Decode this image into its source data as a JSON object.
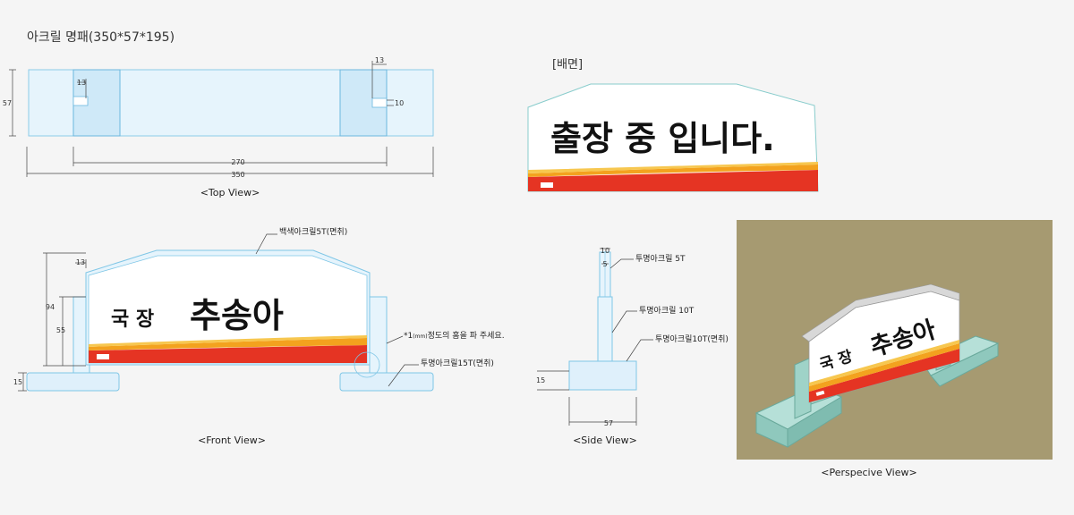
{
  "title": "아크릴 명패(350*57*195)",
  "back_label": "[배면]",
  "back_text": "출장 중 입니다.",
  "front_name": {
    "rank": "국 장",
    "name": "추송아"
  },
  "captions": {
    "top": "<Top View>",
    "front": "<Front View>",
    "side": "<Side View>",
    "perspective": "<Perspecive View>"
  },
  "notes": {
    "white_acrylic": "백색아크릴5T(면취)",
    "groove_star": "*",
    "groove_1": "1",
    "groove_mm": "(mm)",
    "groove_rest": "정도의 홈을 파 주세요.",
    "base_15t": "투명아크릴15T(면취)",
    "side_5t": "투명아크릴 5T",
    "side_10t": "투명아크릴 10T",
    "side_10t_chamfer": "투명아크릴10T(면취)"
  },
  "dims": {
    "top": {
      "height": "57",
      "slot_w": "13",
      "slot_w_right": "13",
      "slot_d": "10",
      "inner": "270",
      "total": "350"
    },
    "front": {
      "total_h": "94",
      "panel_h": "55",
      "slot": "13",
      "base_h": "15"
    },
    "side": {
      "top": "10",
      "mid": "5",
      "base_h": "15",
      "depth": "57"
    }
  },
  "colors": {
    "red": "#e53423",
    "orange": "#f3a21e",
    "yellow": "#f7c74f",
    "acrylic_fill": "#dff0fb",
    "acrylic_stroke": "#7fc6e6",
    "photo_bg": "#a69a71"
  }
}
